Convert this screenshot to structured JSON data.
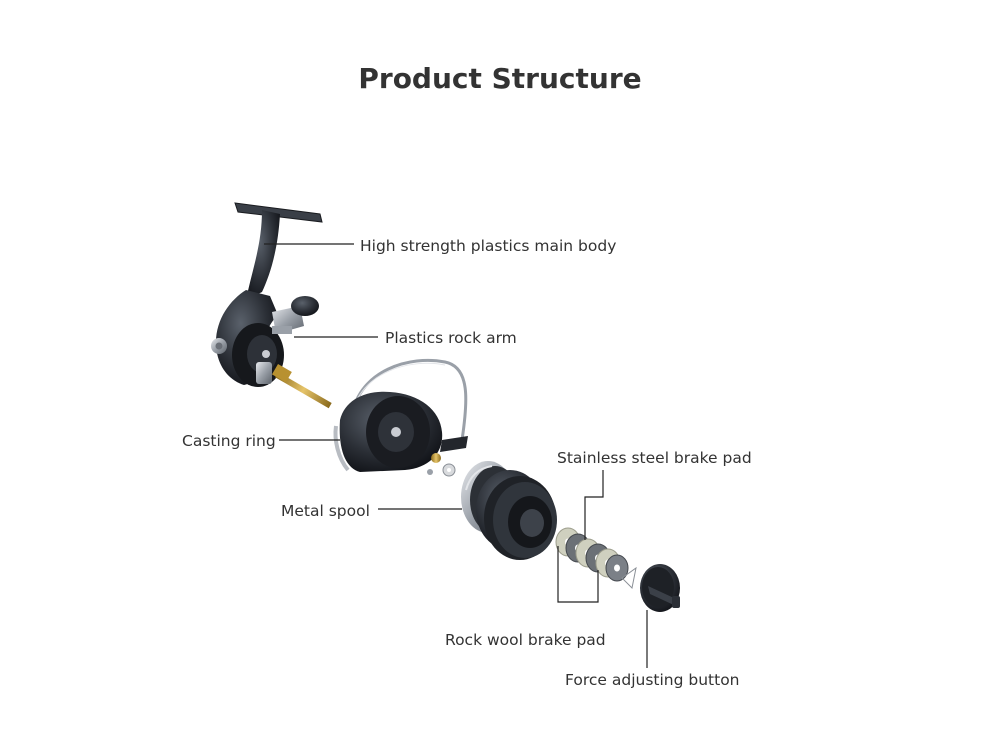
{
  "title": "Product Structure",
  "labels": {
    "main_body": "High strength plastics main body",
    "rock_arm": "Plastics rock arm",
    "casting_ring": "Casting ring",
    "metal_spool": "Metal spool",
    "stainless_brake_pad": "Stainless steel brake pad",
    "rock_wool_brake_pad": "Rock wool brake pad",
    "force_button": "Force adjusting button"
  },
  "colors": {
    "body_dark": "#2b2f36",
    "metal": "#b8bcc2",
    "brass": "#c9a23b",
    "felt": "#cfd0bf"
  }
}
